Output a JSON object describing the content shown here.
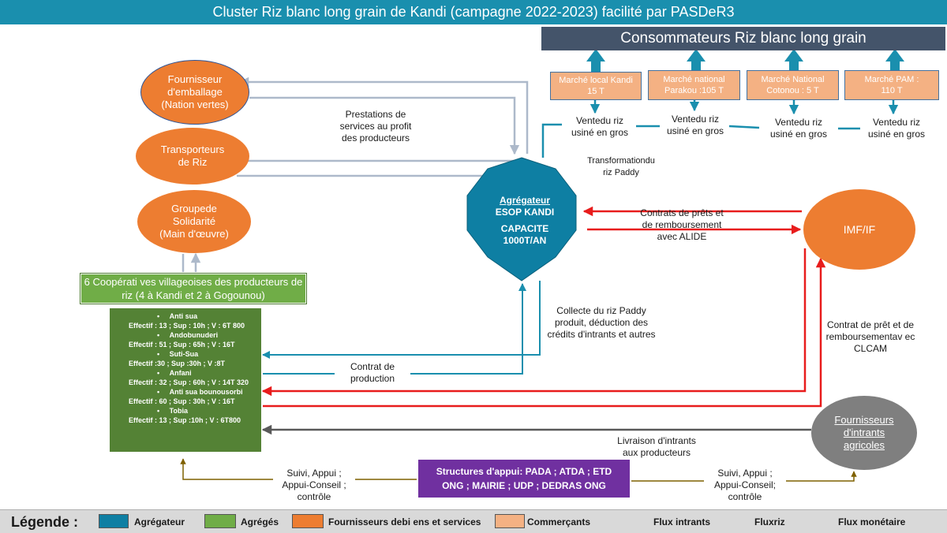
{
  "title": "Cluster Riz blanc long grain de Kandi (campagne 2022-2023) facilité par PASDeR3",
  "consumers": "Consommateurs Riz blanc long grain",
  "markets": [
    {
      "line1": "Marché local Kandi",
      "line2": "15 T"
    },
    {
      "line1": "Marché national",
      "line2": "Parakou :105   T"
    },
    {
      "line1": "Marché National",
      "line2": "Cotonou : 5 T"
    },
    {
      "line1": "Marché PAM  :",
      "line2": "110 T"
    }
  ],
  "sales_labels": [
    {
      "line1": "Ventedu riz",
      "line2": "usiné en gros"
    },
    {
      "line1": "Ventedu riz",
      "line2": "usiné en gros"
    },
    {
      "line1": "Ventedu riz",
      "line2": "usiné en gros"
    },
    {
      "line1": "Ventedu riz",
      "line2": "usiné en gros"
    }
  ],
  "suppliers": {
    "packaging": {
      "line1": "Fournisseur",
      "line2": "d'emballage",
      "line3": "(Nation vertes)"
    },
    "transport": {
      "line1": "Transporteurs",
      "line2": "de Riz"
    },
    "labour": {
      "line1": "Groupede",
      "line2": "Solidarité",
      "line3": "(Main d'œuvre)"
    }
  },
  "services_label": {
    "line1": "Prestations de",
    "line2": "services au profit",
    "line3": "des producteurs"
  },
  "transformation_label": {
    "line1": "Transformationdu",
    "line2": "riz  Paddy"
  },
  "aggregator": {
    "title": "Agrégateur",
    "name": "ESOP KANDI",
    "cap1": "CAPACITE",
    "cap2": "1000T/AN"
  },
  "loans_label": {
    "line1": "Contrats de prêts et",
    "line2": "de remboursement",
    "line3": "avec ALIDE"
  },
  "imf": "IMF/IF",
  "collect_label": {
    "line1": "Collecte du riz Paddy",
    "line2": "produit, déduction des",
    "line3": "crédits d'intrants et autres"
  },
  "clcam_label": {
    "line1": "Contrat de prêt et de",
    "line2": "remboursementav ec",
    "line3": "CLCAM"
  },
  "production_label": {
    "line1": "Contrat de",
    "line2": "production"
  },
  "coop_title": {
    "line1": "6 Coopérati ves villageoises    des producteurs de",
    "line2": "riz (4 à Kandi et 2 à Gogounou)"
  },
  "coops": [
    {
      "name": "Anti sua",
      "stats": "Effectif : 13 ; Sup : 10h ; V : 6T 800"
    },
    {
      "name": "Andobunuderi",
      "stats": "Effectif : 51 ; Sup : 65h ; V : 16T"
    },
    {
      "name": "Suti-Sua",
      "stats": "Effectif :30 ; Sup :30h ; V :8T"
    },
    {
      "name": "Anfani",
      "stats": "Effectif : 32 ; Sup : 60h ; V : 14T 320"
    },
    {
      "name": "Anti sua bounousorbi",
      "stats": "Effectif : 60 ; Sup : 30h ; V : 16T"
    },
    {
      "name": "Tobia",
      "stats": "Effectif : 13 ; Sup :10h ; V : 6T800"
    }
  ],
  "intrants_supplier": {
    "line1": "Fournisseurs",
    "line2": "d'intrants",
    "line3": "agricoles"
  },
  "delivery_label": {
    "line1": "Livraison d'intrants",
    "line2": "aux producteurs"
  },
  "support_left": {
    "line1": "Suivi, Appui ;",
    "line2": "Appui-Conseil ;",
    "line3": "contrôle"
  },
  "support_right": {
    "line1": "Suivi, Appui ;",
    "line2": "Appui-Conseil;",
    "line3": "contrôle"
  },
  "support_box": {
    "line1": "Structures d'appui:  PADA ; ATDA ; ETD",
    "line2": "ONG ; MAIRIE ; UDP ; DEDRAS ONG"
  },
  "legend": {
    "title": "Légende :",
    "aggregator": "Agrégateur",
    "aggregated": "Agrégés",
    "suppliers": "Fournisseurs debi ens et services",
    "traders": "Commerçants",
    "flux_inputs": "Flux intrants",
    "flux_rice": "Fluxriz",
    "flux_money": "Flux monétaire"
  },
  "colors": {
    "title_bg": "#1a8fae",
    "aggregator": "#0e7fa3",
    "aggregated": "#70ad47",
    "supplier": "#ed7d31",
    "trader": "#f4b183",
    "inputs_flow": "#595959",
    "rice_flow": "#1a8fae",
    "money_flow": "#e81c1c",
    "service_flow": "#adb9ca",
    "support": "#7030a0",
    "support_flow": "#7f6000"
  }
}
